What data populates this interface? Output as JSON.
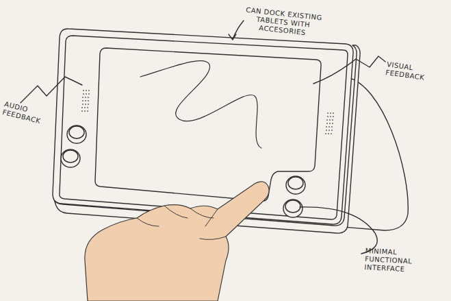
{
  "diagram": {
    "labels": [
      "CAN DOCK EXISTING TABLETS WITH ACCESORIES",
      "VISUAL FEEDBACK",
      "AUDIO FEEDBACK",
      "MINIMAL FUNCTIONAL INTERFACE"
    ]
  }
}
